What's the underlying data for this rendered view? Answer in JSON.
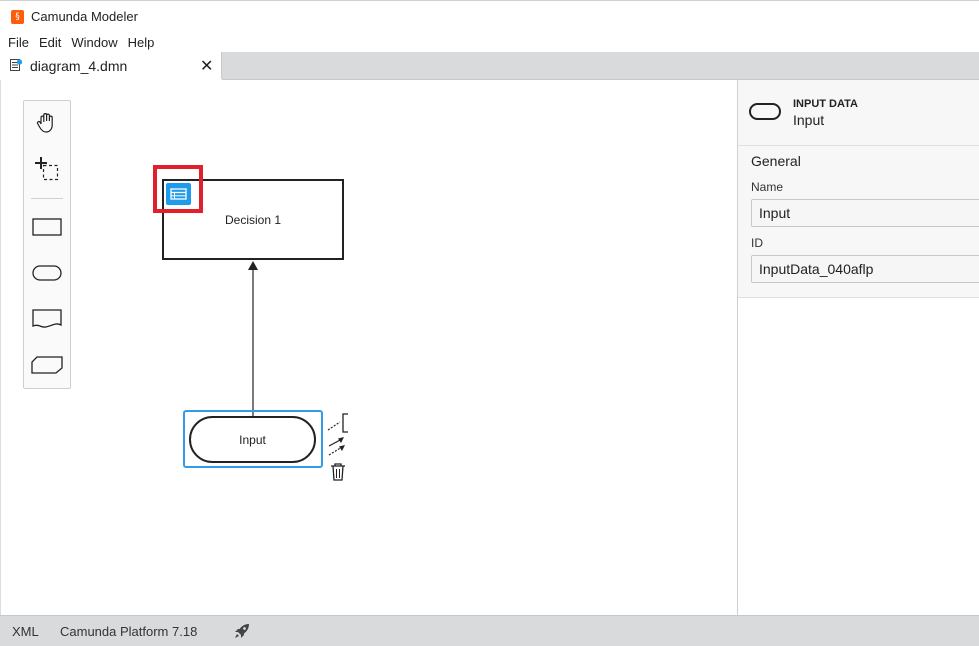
{
  "window": {
    "title": "Camunda Modeler",
    "app_icon_glyph": "§",
    "brand_color": "#fc5d0d"
  },
  "menu": {
    "items": [
      "File",
      "Edit",
      "Window",
      "Help"
    ]
  },
  "tabs": [
    {
      "label": "diagram_4.dmn",
      "icon": "dmn-file-icon",
      "close_glyph": "✕",
      "active": true
    }
  ],
  "palette": {
    "tools": [
      {
        "name": "hand-tool",
        "icon": "hand-icon"
      },
      {
        "name": "lasso-tool",
        "icon": "lasso-icon"
      },
      {
        "name": "create-decision",
        "icon": "rectangle-icon"
      },
      {
        "name": "create-input-data",
        "icon": "rounded-rectangle-icon"
      },
      {
        "name": "create-knowledge-source",
        "icon": "document-shape-icon"
      },
      {
        "name": "create-business-knowledge-model",
        "icon": "parallelogram-icon"
      }
    ]
  },
  "diagram": {
    "decision": {
      "label": "Decision 1",
      "icon": "decision-table-icon",
      "icon_color": "#1e9ceb"
    },
    "input_data": {
      "label": "Input"
    },
    "selection_color": "#349ce6",
    "highlight_color": "#e0202a",
    "context_pad": [
      "text-annotation-icon",
      "connect-icon",
      "delete-icon"
    ]
  },
  "properties": {
    "element_type": "INPUT DATA",
    "element_name": "Input",
    "group_title": "General",
    "fields": [
      {
        "label": "Name",
        "value": "Input"
      },
      {
        "label": "ID",
        "value": "InputData_040aflp"
      }
    ]
  },
  "status_bar": {
    "xml_label": "XML",
    "platform": "Camunda Platform 7.18",
    "deploy_icon": "rocket-icon"
  }
}
